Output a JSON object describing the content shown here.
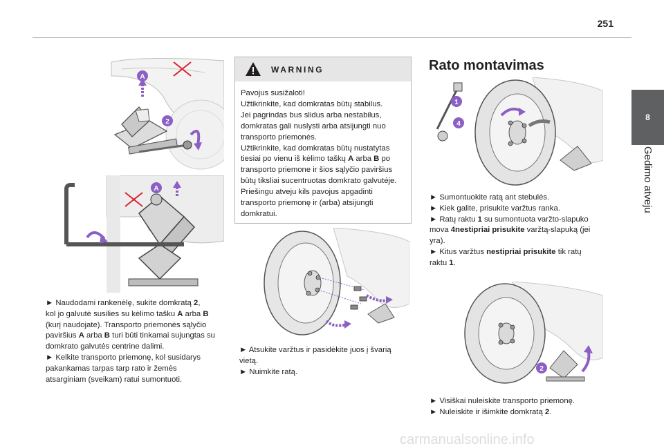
{
  "header": {
    "page_number": "251"
  },
  "side_tab": {
    "number": "8",
    "label": "Gedimo atveju"
  },
  "col1": {
    "fig_top_labels": [
      "A",
      "2"
    ],
    "fig_bottom_labels": [
      "A"
    ],
    "text": [
      {
        "lead": "► Naudodami rankenėlę, sukite domkratą ",
        "bold1": "2",
        "mid1": ",\nkol jo galvutė susilies su kėlimo tašku ",
        "bold2": "A",
        "mid2": " arba ",
        "bold3": "B",
        "tail": "\n(kurį naudojate). Transporto priemonės sąlyčio\npaviršius "
      },
      {
        "bold1": "A",
        "mid1": " arba ",
        "bold2": "B",
        "tail": " turi būti tinkamai sujungtas su\ndomkrato galvutės centrine dalimi."
      },
      {
        "plain": "► Kelkite transporto priemonę, kol susidarys\npakankamas tarpas tarp rato ir žemės\natsarginiam (sveikam) ratui sumontuoti."
      }
    ]
  },
  "col2": {
    "warning": {
      "title": "WARNING",
      "p1": "Pavojus susižaloti!\nUžtikrinkite, kad domkratas būtų stabilus.\nJei pagrindas bus slidus arba nestabilus,\ndomkratas gali nuslysti arba atsijungti nuo\ntransporto priemonės.\nUžtikrinkite, kad domkratas būtų nustatytas\ntiesiai po vienu iš kėlimo taškų ",
      "p1_b1": "A",
      "p1_m": " arba ",
      "p1_b2": "B",
      "p1_tail": " po\ntransporto priemone ir šios sąlyčio paviršius\nbūtų tiksliai sucentruotas domkrato galvutėje.\nPriešingu atveju kils pavojus apgadinti\ntransporto priemonę ir (arba) atsijungti\ndomkratui."
    },
    "text1": "► Atsukite varžtus ir pasidėkite juos į švarią\nvietą.",
    "text2": "► Nuimkite ratą."
  },
  "col3": {
    "heading": "Rato montavimas",
    "fig1_labels": [
      "1",
      "4"
    ],
    "b1": "► Sumontuokite ratą ant stebulės.",
    "b2": "► Kiek galite, prisukite varžtus ranka.",
    "b3_a": "► Ratų raktu ",
    "b3_b1": "1",
    "b3_m": " su sumontuota varžto-slapuko\nmova ",
    "b3_b2": "4nestipriai prisukite",
    "b3_tail": " varžtą-slapuką (jei\nyra).",
    "b4_a": "► Kitus varžtus ",
    "b4_b": "nestipriai prisukite",
    "b4_m": " tik ratų\nraktu ",
    "b4_b2": "1",
    "b4_tail": ".",
    "fig2_labels": [
      "2"
    ],
    "b5": "► Visiškai nuleiskite transporto priemonę.",
    "b6_a": "► Nuleiskite ir išimkite domkratą ",
    "b6_b": "2",
    "b6_tail": "."
  },
  "footer": {
    "watermark": "carmanualsonline.info"
  },
  "colors": {
    "accent_purple": "#8b5fc4",
    "warn_red": "#d9232e",
    "tab_gray": "#5f6062"
  }
}
